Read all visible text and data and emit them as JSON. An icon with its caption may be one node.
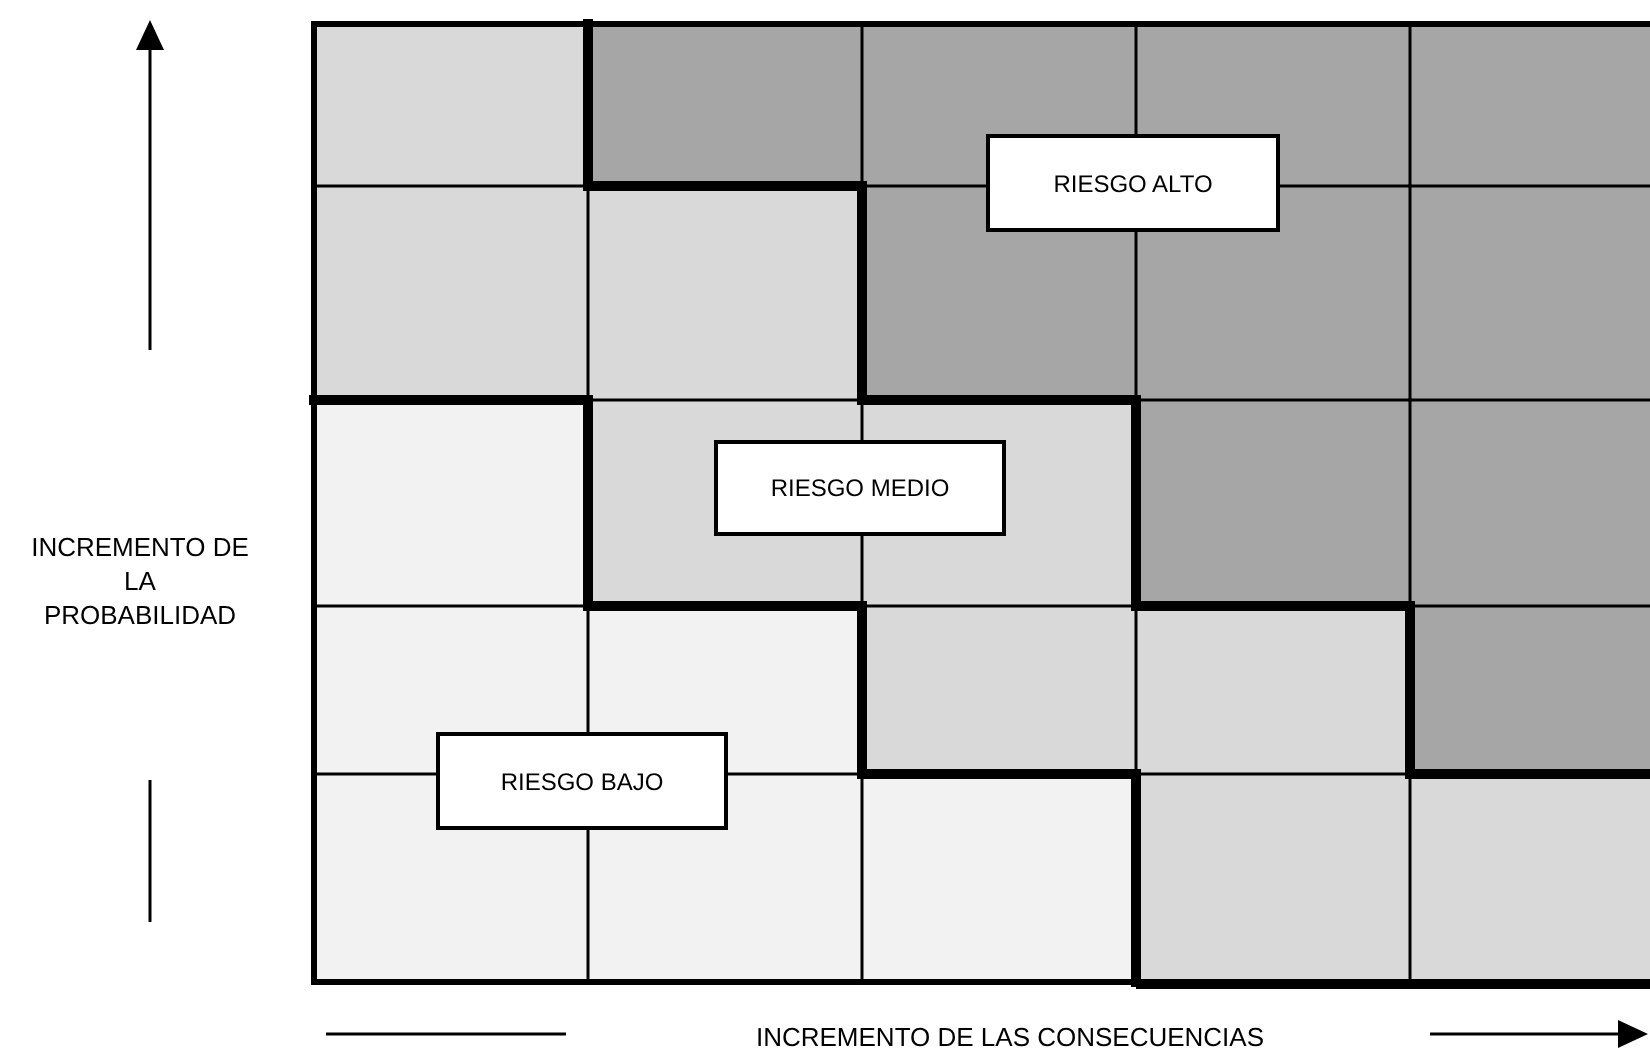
{
  "diagram": {
    "nodes": [
      {
        "text": [
          "RIESGO ALTO"
        ]
      },
      {
        "text": [
          "RIESGO MEDIO"
        ]
      },
      {
        "text": [
          "RIESGO BAJO"
        ]
      }
    ],
    "labels": [
      "INCREMENTO DE LA PROBABILIDAD",
      "INCREMENTO DE LAS CONSECUENCIAS"
    ]
  }
}
